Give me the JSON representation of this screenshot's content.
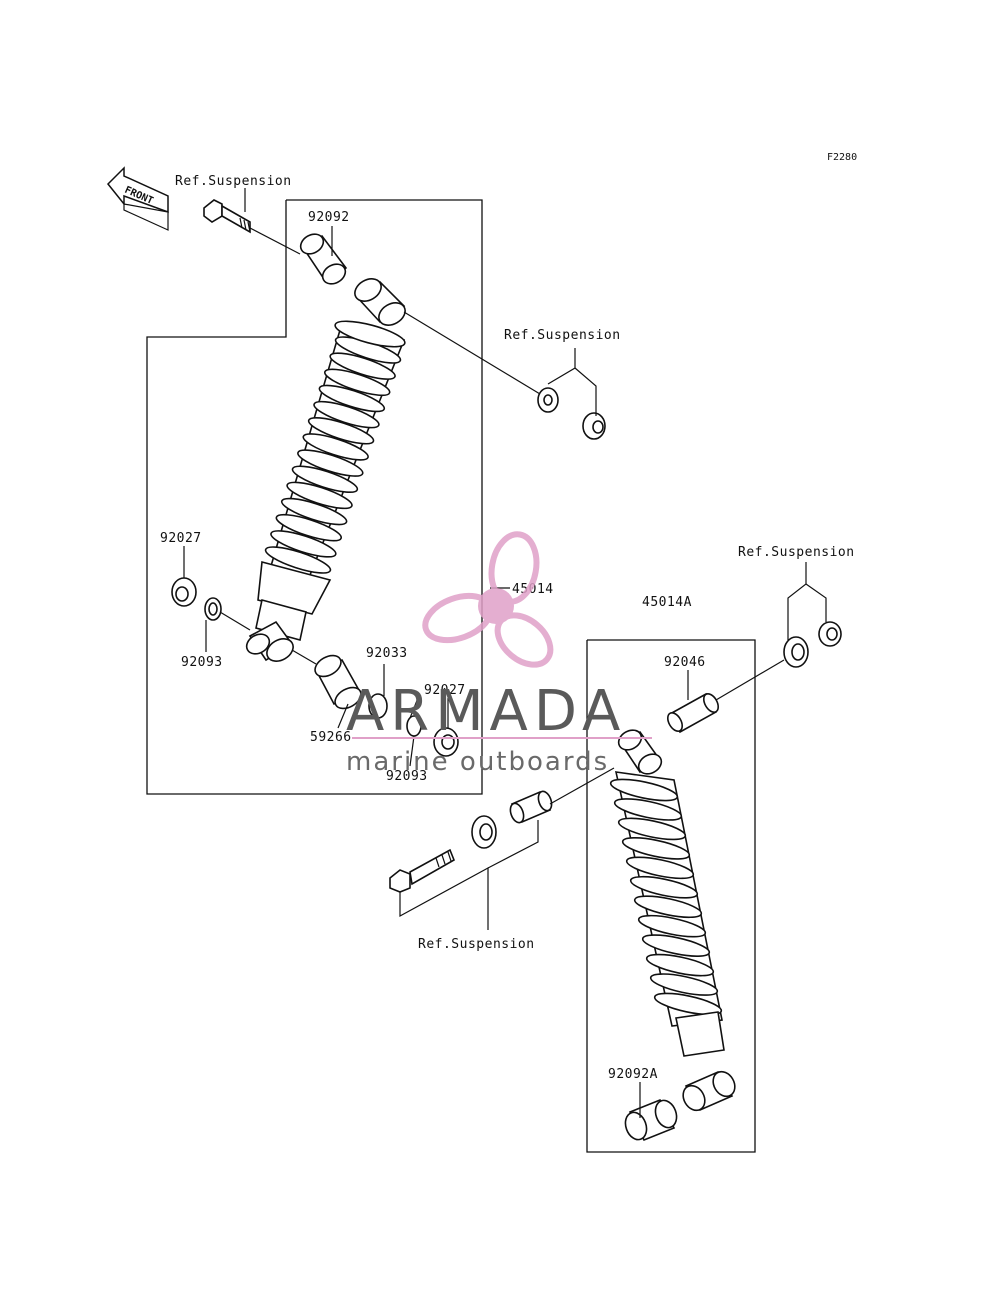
{
  "diagram_code": "F2280",
  "front_arrow_label": "FRONT",
  "labels": {
    "ref_top": "Ref.Suspension",
    "ref_mid": "Ref.Suspension",
    "ref_right": "Ref.Suspension",
    "ref_bottom": "Ref.Suspension",
    "p92092": "92092",
    "p92027_left": "92027",
    "p92093_left": "92093",
    "p45014": "45014",
    "p92033": "92033",
    "p92027_right": "92027",
    "p59266": "59266",
    "p92093_right": "92093",
    "p45014A": "45014A",
    "p92046": "92046",
    "p92092A": "92092A"
  },
  "watermark": {
    "title": "ARMADA",
    "subtitle": "marine outboards",
    "accent_color": "#e0a0c8",
    "text_color": "#5a5a5a"
  }
}
